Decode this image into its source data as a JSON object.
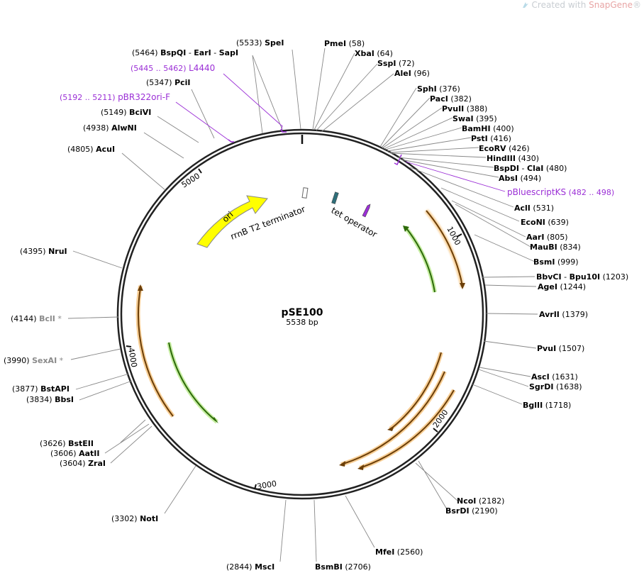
{
  "watermark": {
    "prefix": "Created with ",
    "brand": "SnapGene",
    "reg": "®"
  },
  "plasmid": {
    "name": "pSE100",
    "length_label": "5538 bp",
    "length": 5538
  },
  "colors": {
    "feature_purple": "#9b2fd6",
    "disabled_gray": "#8a8a8a",
    "ori_yellow": "#ffff00",
    "tet_teal": "#2e6f7a",
    "cds_orange": "#f5a33a",
    "cds_green": "#8ed15a"
  },
  "ticks": [
    {
      "label": "1000"
    },
    {
      "label": "2000"
    },
    {
      "label": "3000"
    },
    {
      "label": "4000"
    },
    {
      "label": "5000"
    }
  ],
  "enzymes": [
    {
      "name": "SpeI",
      "pos": "(5533)"
    },
    {
      "name": "BspQI",
      "pos": "(5464)",
      "extra": [
        "EarI",
        "SapI"
      ]
    },
    {
      "name": "L4440",
      "pos": "(5445 .. 5462)",
      "feature": true
    },
    {
      "name": "PciI",
      "pos": "(5347)"
    },
    {
      "name": "pBR322ori-F",
      "pos": "(5192 .. 5211)",
      "feature": true
    },
    {
      "name": "BciVI",
      "pos": "(5149)"
    },
    {
      "name": "AlwNI",
      "pos": "(4938)"
    },
    {
      "name": "AcuI",
      "pos": "(4805)"
    },
    {
      "name": "NruI",
      "pos": "(4395)"
    },
    {
      "name": "BclI",
      "pos": "(4144)",
      "gray": true,
      "star": "*"
    },
    {
      "name": "SexAI",
      "pos": "(3990)",
      "gray": true,
      "star": "*"
    },
    {
      "name": "BstAPI",
      "pos": "(3877)"
    },
    {
      "name": "BbsI",
      "pos": "(3834)"
    },
    {
      "name": "BstEII",
      "pos": "(3626)"
    },
    {
      "name": "AatII",
      "pos": "(3606)"
    },
    {
      "name": "ZraI",
      "pos": "(3604)"
    },
    {
      "name": "NotI",
      "pos": "(3302)"
    },
    {
      "name": "MscI",
      "pos": "(2844)"
    },
    {
      "name": "BsmBI",
      "pos": "(2706)"
    },
    {
      "name": "PmeI",
      "pos": "(58)"
    },
    {
      "name": "XbaI",
      "pos": "(64)"
    },
    {
      "name": "SspI",
      "pos": "(72)"
    },
    {
      "name": "AleI",
      "pos": "(96)"
    },
    {
      "name": "SphI",
      "pos": "(376)"
    },
    {
      "name": "PacI",
      "pos": "(382)"
    },
    {
      "name": "PvuII",
      "pos": "(388)"
    },
    {
      "name": "SwaI",
      "pos": "(395)"
    },
    {
      "name": "BamHI",
      "pos": "(400)"
    },
    {
      "name": "PstI",
      "pos": "(416)"
    },
    {
      "name": "EcoRV",
      "pos": "(426)"
    },
    {
      "name": "HindIII",
      "pos": "(430)"
    },
    {
      "name": "BspDI",
      "pos": "(480)",
      "extra": [
        "ClaI"
      ]
    },
    {
      "name": "AbsI",
      "pos": "(494)"
    },
    {
      "name": "pBluescriptKS",
      "pos": "(482 .. 498)",
      "feature": true
    },
    {
      "name": "AclI",
      "pos": "(531)"
    },
    {
      "name": "EcoNI",
      "pos": "(639)"
    },
    {
      "name": "AarI",
      "pos": "(805)"
    },
    {
      "name": "MauBI",
      "pos": "(834)"
    },
    {
      "name": "BsmI",
      "pos": "(999)"
    },
    {
      "name": "BbvCI",
      "pos": "(1203)",
      "extra": [
        "Bpu10I"
      ]
    },
    {
      "name": "AgeI",
      "pos": "(1244)"
    },
    {
      "name": "AvrII",
      "pos": "(1379)"
    },
    {
      "name": "PvuI",
      "pos": "(1507)"
    },
    {
      "name": "AscI",
      "pos": "(1631)"
    },
    {
      "name": "SgrDI",
      "pos": "(1638)"
    },
    {
      "name": "BglII",
      "pos": "(1718)"
    },
    {
      "name": "NcoI",
      "pos": "(2182)"
    },
    {
      "name": "BsrDI",
      "pos": "(2190)"
    },
    {
      "name": "MfeI",
      "pos": "(2560)"
    }
  ],
  "features": [
    {
      "label": "ori"
    },
    {
      "label": "rrnB T2 terminator"
    },
    {
      "label": "tet operator"
    }
  ]
}
